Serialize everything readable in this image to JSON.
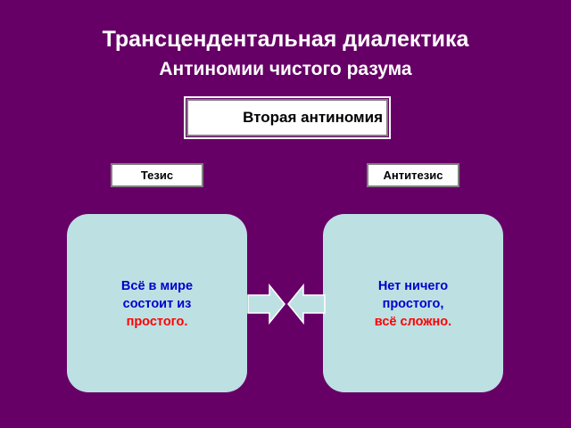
{
  "header": {
    "title": "Трансцендентальная диалектика",
    "subtitle": "Антиномии чистого разума"
  },
  "antinomy": {
    "label": "Вторая антиномия"
  },
  "thesis": {
    "label": "Тезис",
    "lines": [
      "Всё в мире",
      "состоит из",
      "простого."
    ]
  },
  "antithesis": {
    "label": "Антитезис",
    "lines": [
      "Нет ничего",
      "простого,",
      "всё сложно."
    ]
  },
  "colors": {
    "background": "#660066",
    "card": "#bde0e3",
    "text_blue": "#0000cc",
    "text_red": "#ff0000",
    "arrow_fill": "#bde0e3"
  },
  "icons": [
    "arrow-right-icon",
    "arrow-left-icon"
  ]
}
